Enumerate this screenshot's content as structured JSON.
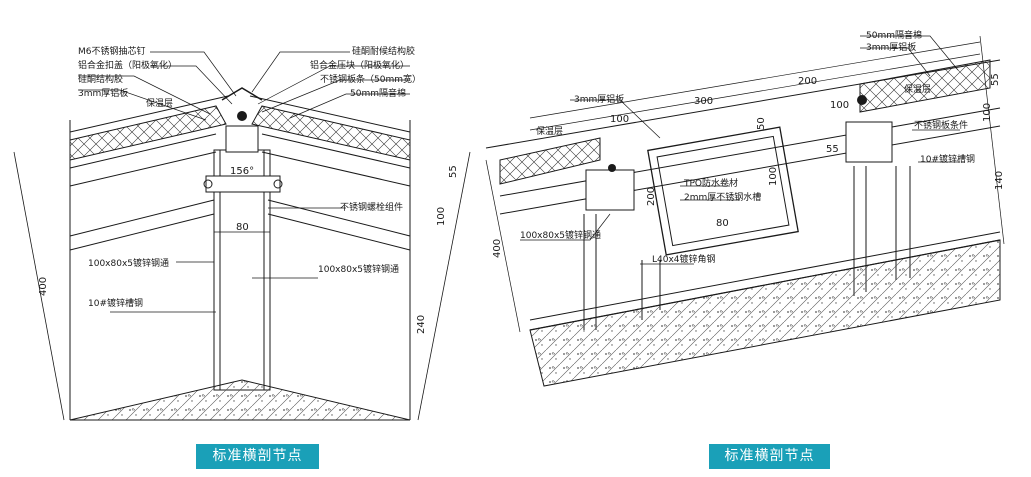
{
  "colors": {
    "caption_bg": "#1aa0b8",
    "line": "#1a1a1a",
    "hatch": "#444444"
  },
  "left_detail": {
    "caption": "标准横剖节点",
    "labels": {
      "m6_screw": "M6不锈钢抽芯钉",
      "alu_cover": "铝合金扣盖（阳极氧化）",
      "silicone_sealant": "硅酮结构胶",
      "alu_plate_3mm": "3mm厚铝板",
      "weatherproof_sealant": "硅酮耐候结构胶",
      "alu_press_block": "铝合金压块（阳极氧化）",
      "ss_strip": "不锈钢板条（50mm宽）",
      "insulation_50": "50mm隔音棉",
      "ss_bolt_group": "不锈钢螺栓组件",
      "steel_tube_1": "100x80x5镀锌钢通",
      "steel_tube_2": "100x80x5镀锌钢通",
      "steel_rib": "10#镀锌槽钢",
      "insulation_small": "保温层"
    },
    "dims": {
      "angle": "156°",
      "d80": "80",
      "d400": "400",
      "d55": "55",
      "d100": "100",
      "d240": "240"
    }
  },
  "right_detail": {
    "caption": "标准横剖节点",
    "labels": {
      "insulation_50": "50mm隔音棉",
      "alu_plate_3mm_top": "3mm厚铝板",
      "alu_plate_3mm": "3mm厚铝板",
      "ss_strip": "不锈钢板条件",
      "steel_rib": "10#镀锌槽钢",
      "tpo": "TPO防水卷材",
      "ss_gutter": "2mm厚不锈钢水槽",
      "steel_tube": "100x80x5镀锌钢通",
      "angle_steel": "L40x4镀锌角钢",
      "insulation_a": "保温层",
      "insulation_b": "保温层"
    },
    "dims": {
      "d300": "300",
      "d200": "200",
      "d100": "100",
      "d55": "55",
      "d100b": "100",
      "d400": "400",
      "d140": "140",
      "d200b": "200",
      "d80": "80",
      "d100c": "100",
      "d50": "50",
      "d100d": "100",
      "d55b": "55"
    }
  }
}
